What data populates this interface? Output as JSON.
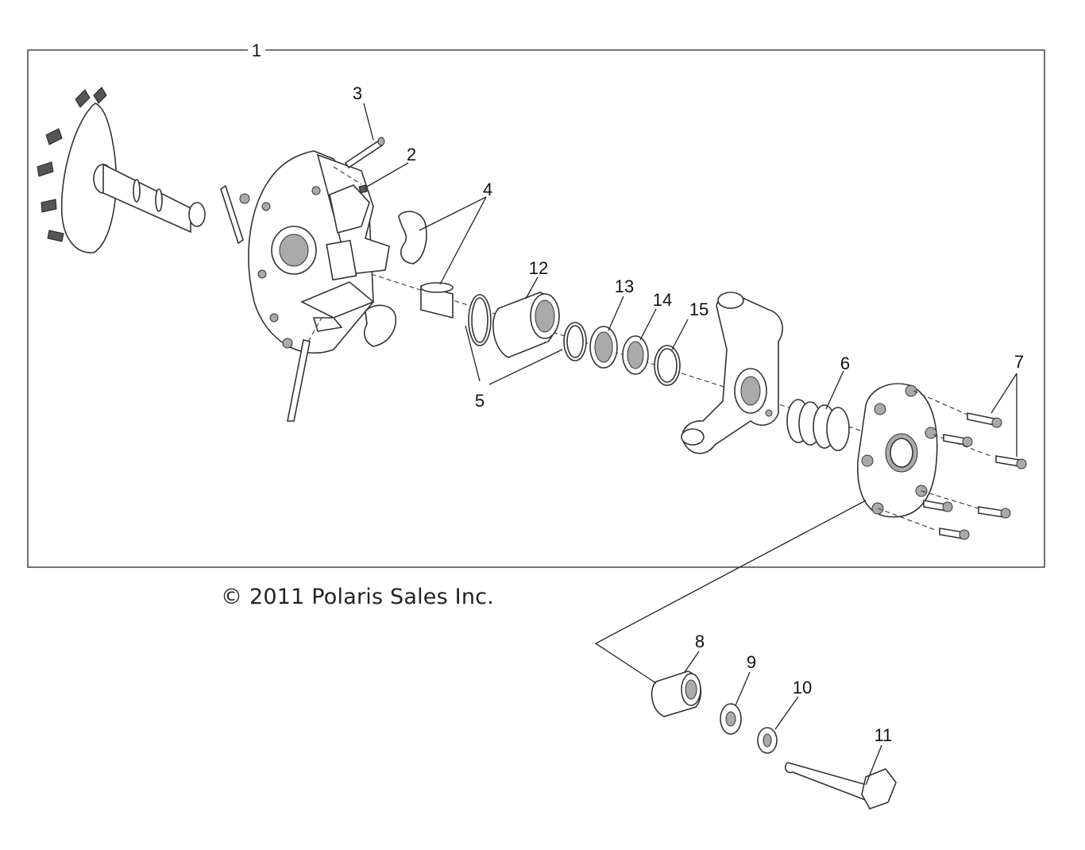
{
  "copyright": "© 2011 Polaris Sales Inc.",
  "callouts": [
    "1",
    "2",
    "3",
    "4",
    "5",
    "6",
    "7",
    "8",
    "9",
    "10",
    "11",
    "12",
    "13",
    "14",
    "15"
  ]
}
